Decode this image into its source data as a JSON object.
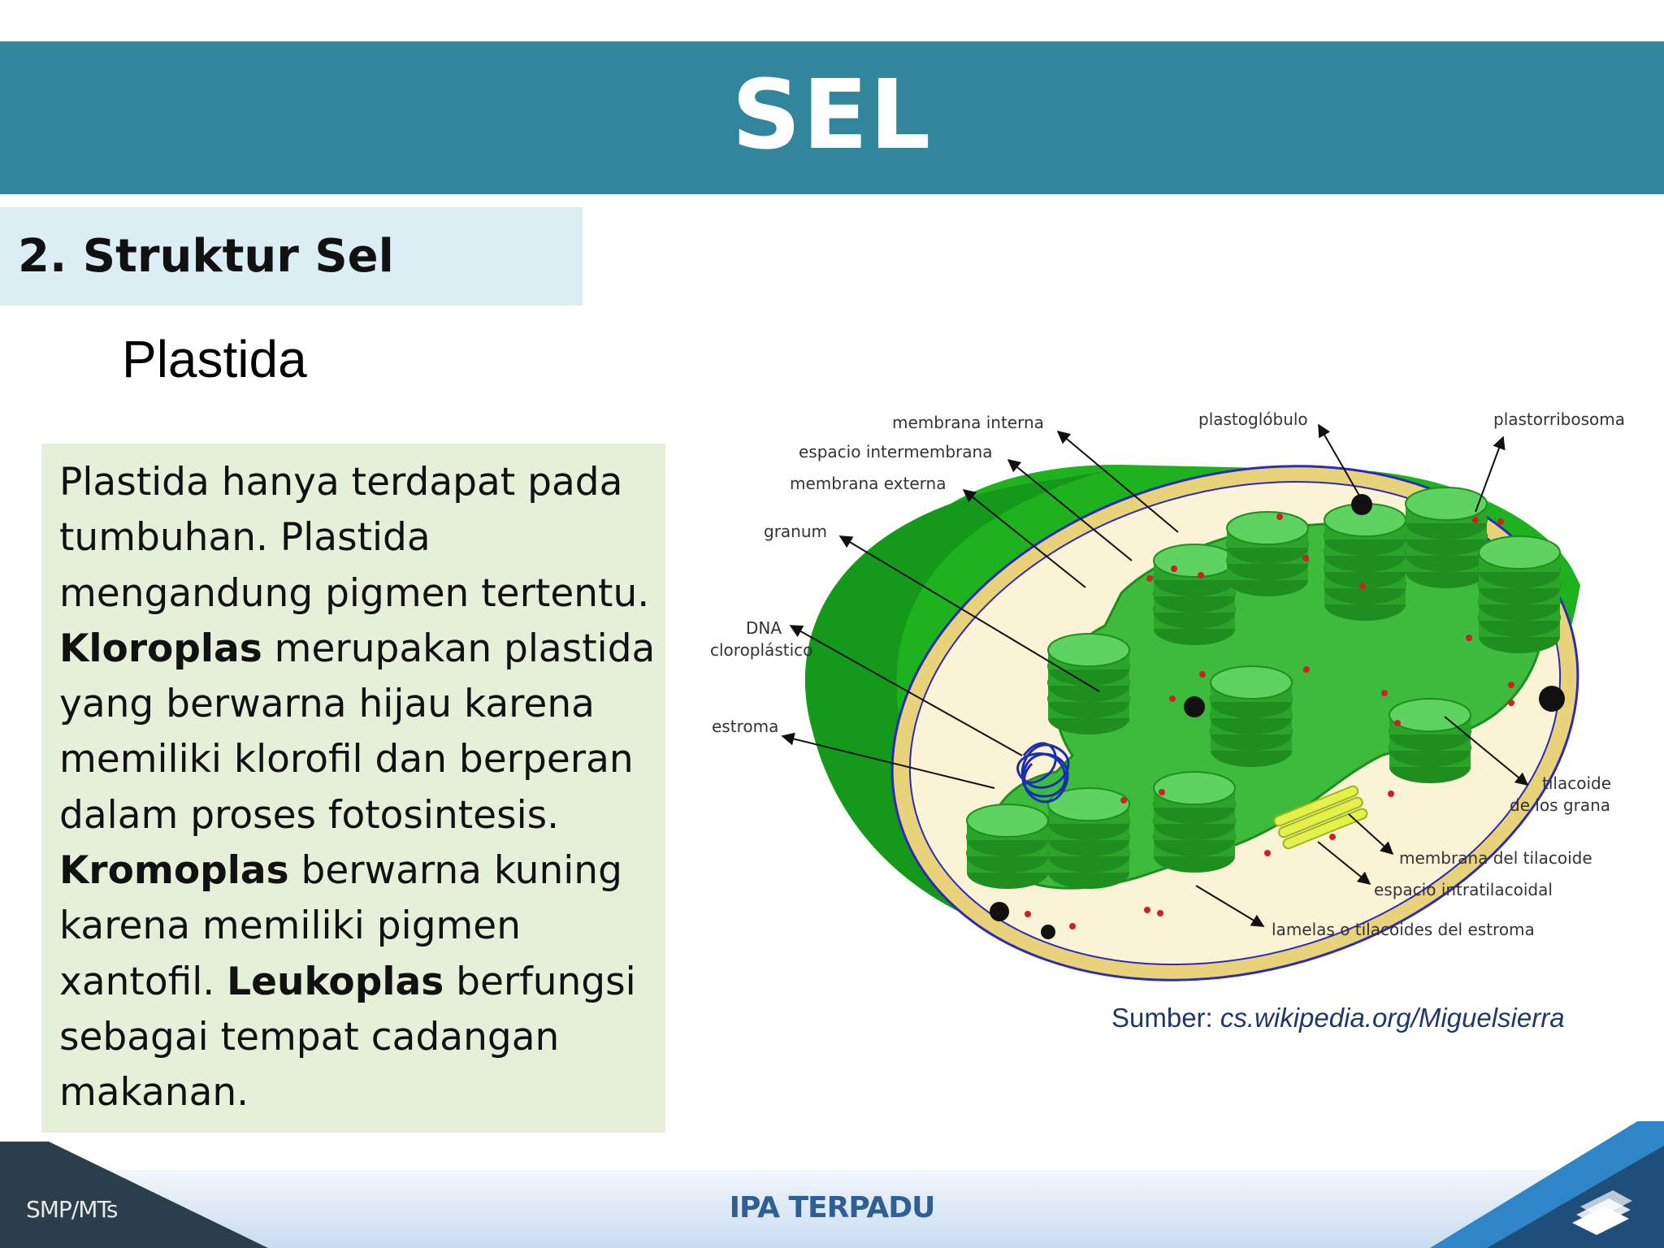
{
  "header": {
    "title": "SEL"
  },
  "section": {
    "heading": "2. Struktur Sel"
  },
  "subheading": "Plastida",
  "body": {
    "s1": "Plastida hanya terdapat pada tumbuhan. Plastida mengandung pigmen tertentu.",
    "b1": "Kloroplas",
    "s2": " merupakan plastida yang berwarna hijau karena memiliki klorofil dan berperan dalam proses fotosintesis.",
    "b2": "Kromoplas",
    "s3": " berwarna kuning karena memiliki pigmen xantofil.",
    "b3": "Leukoplas",
    "s4": " berfungsi sebagai tempat cadangan makanan."
  },
  "diagram": {
    "labels": {
      "membrana_interna": "membrana interna",
      "espacio_intermembrana": "espacio intermembrana",
      "membrana_externa": "membrana externa",
      "granum": "granum",
      "dna_1": "DNA",
      "dna_2": "cloroplástico",
      "estroma": "estroma",
      "plastoglobulo": "plastoglóbulo",
      "plastorribosoma": "plastorribosoma",
      "tilacoide_1": "tilacoide",
      "tilacoide_2": "de los grana",
      "membrana_tilacoide": "membrana del tilacoide",
      "espacio_intratilacoidal": "espacio intratilacoidal",
      "lamelas": "lamelas  o  tilacoides del estroma"
    },
    "colors": {
      "green_dark": "#1e8f1e",
      "green": "#3dbb3d",
      "green_light": "#5fd35f",
      "stroma": "#fbf3d6",
      "membrane": "#e9d37a"
    }
  },
  "source": {
    "prefix": "Sumber: ",
    "link": "cs.wikipedia.org/Miguelsierra"
  },
  "footer": {
    "left": "SMP/MTs",
    "center": "IPA TERPADU"
  },
  "colors": {
    "title_bar": "#31869b",
    "section_box": "#daeef3",
    "text_box": "#e6f0d8"
  }
}
